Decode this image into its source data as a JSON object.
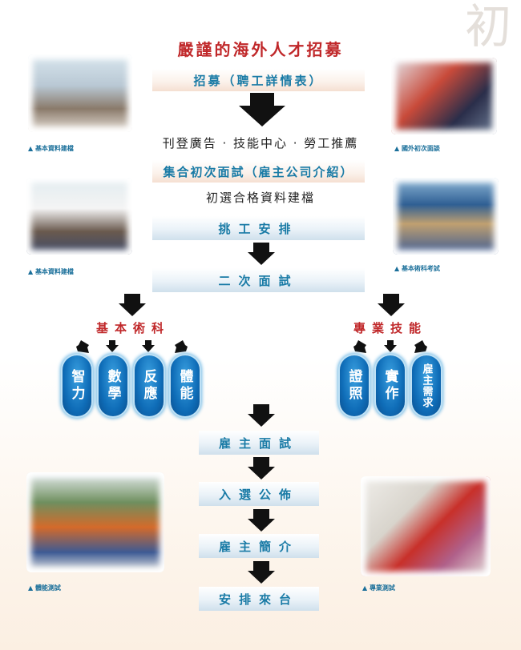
{
  "title": "嚴謹的海外人才招募",
  "flow": {
    "step1": "招募（聘工詳情表）",
    "text1": "刊登廣告 · 技能中心 · 勞工推薦",
    "step2": "集合初次面試（雇主公司介紹）",
    "text2": "初選合格資料建檔",
    "step3": "挑工安排",
    "step4": "二次面試",
    "step5": "雇主面試",
    "step6": "入選公佈",
    "step7": "雇主簡介",
    "step8": "安排來台"
  },
  "branches": {
    "left": {
      "label": "基本術科",
      "items": [
        "智力",
        "數學",
        "反應",
        "體能"
      ]
    },
    "right": {
      "label": "專業技能",
      "items": [
        "證照",
        "實作",
        "雇主需求"
      ]
    }
  },
  "captions": {
    "photo1": "▲ 基本資料建檔",
    "photo2": "▲ 基本資料建檔",
    "photo3": "▲ 國外初次面談",
    "photo4": "▲ 基本術科考試",
    "photo5": "▲ 體能測試",
    "photo6": "▲ 專業測試"
  },
  "decoration_text": "初",
  "colors": {
    "title": "#c0282a",
    "step_text": "#1a7ba6",
    "pill": "#0f6db8"
  }
}
